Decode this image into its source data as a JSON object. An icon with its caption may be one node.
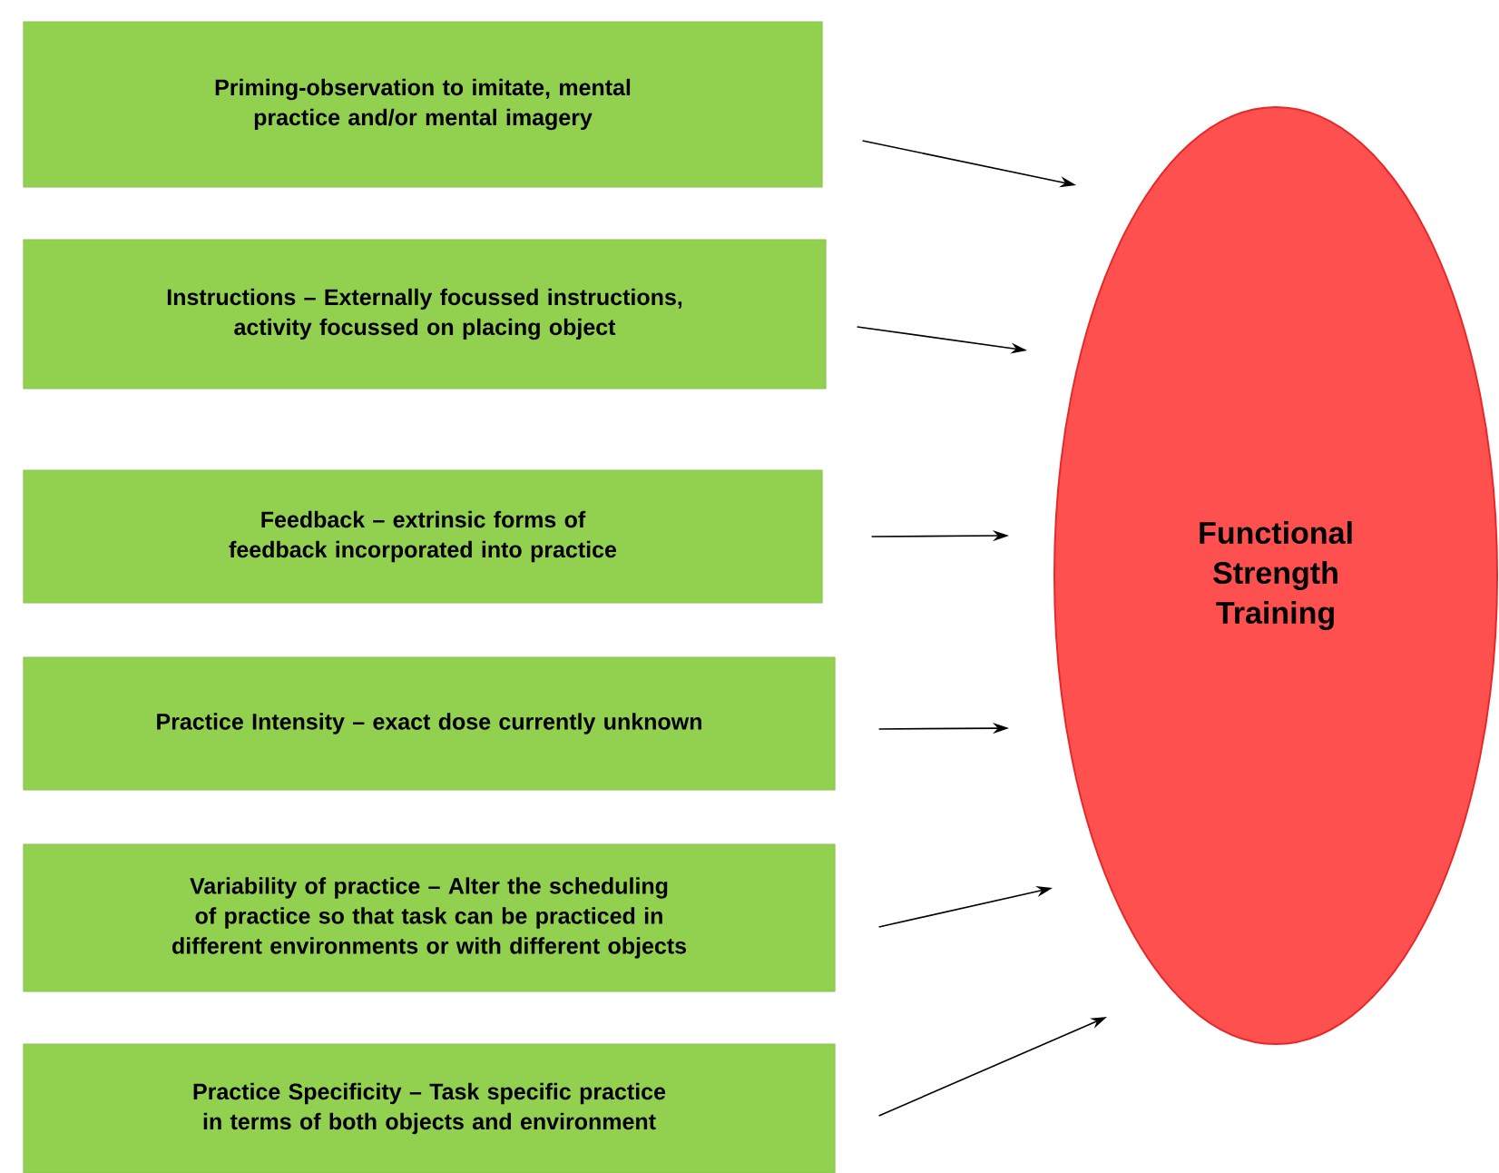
{
  "diagram": {
    "nodes": [
      {
        "text": [
          "Priming-observation to imitate, mental practice and/or mental imagery"
        ]
      },
      {
        "text": [
          "Instructions – Externally focussed instructions, activity focussed on placing object"
        ]
      },
      {
        "text": [
          "Feedback – extrinsic forms of feedback incorporated into practice"
        ]
      },
      {
        "text": [
          "Practice Intensity – exact dose currently unknown"
        ]
      },
      {
        "text": [
          "Variability of practice – Alter the scheduling of practice so that task can be practiced in different environments or with different objects"
        ]
      },
      {
        "text": [
          "Practice Specificity – Task specific practice in terms of both objects and environment"
        ]
      },
      {
        "text": [
          "Functional Strength Training"
        ]
      }
    ],
    "edges": [
      {
        "from": 0,
        "to": 6,
        "arrow": "to"
      },
      {
        "from": 1,
        "to": 6,
        "arrow": "to"
      },
      {
        "from": 2,
        "to": 6,
        "arrow": "to"
      },
      {
        "from": 3,
        "to": 6,
        "arrow": "to"
      },
      {
        "from": 4,
        "to": 6,
        "arrow": "to"
      },
      {
        "from": 5,
        "to": 6,
        "arrow": "to"
      }
    ]
  }
}
